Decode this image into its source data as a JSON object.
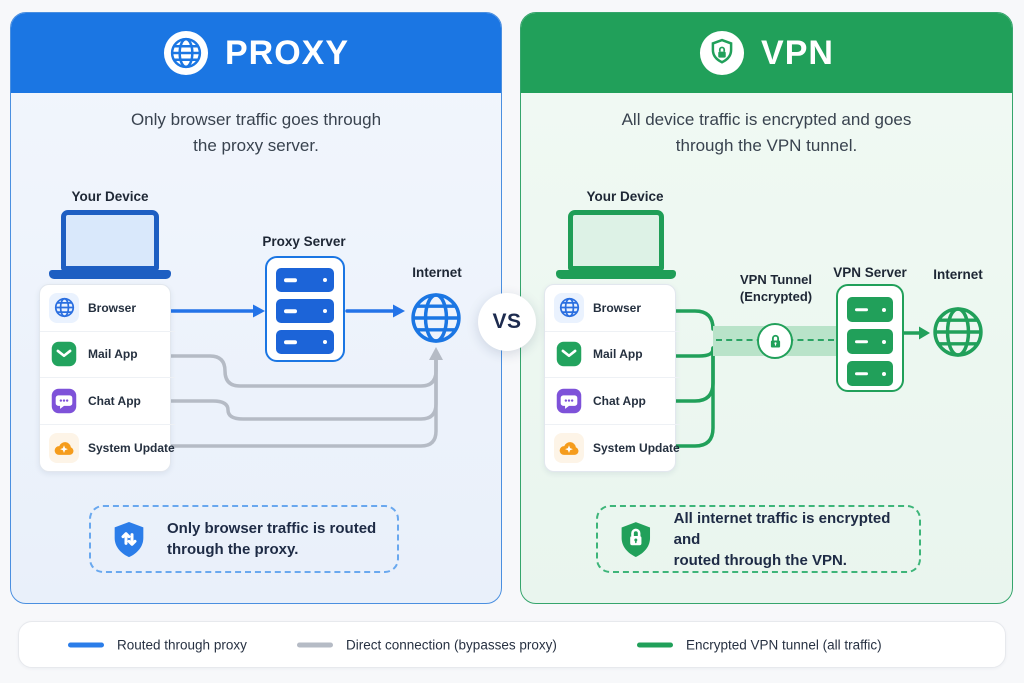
{
  "proxy_panel": {
    "title": "PROXY",
    "subtitle_line1": "Only browser traffic goes through",
    "subtitle_line2": "the proxy server.",
    "device_label": "Your Device",
    "server_label": "Proxy Server",
    "internet_label": "Internet",
    "callout_line1": "Only browser traffic is routed",
    "callout_line2": "through the proxy.",
    "accent_color": "#1b76e3"
  },
  "vpn_panel": {
    "title": "VPN",
    "subtitle_line1": "All device traffic is encrypted and goes",
    "subtitle_line2": "through the VPN tunnel.",
    "device_label": "Your Device",
    "tunnel_label_line1": "VPN Tunnel",
    "tunnel_label_line2": "(Encrypted)",
    "server_label": "VPN Server",
    "internet_label": "Internet",
    "callout_line1": "All internet traffic is encrypted and",
    "callout_line2": "routed through the VPN.",
    "accent_color": "#21a05a"
  },
  "vs_badge": "VS",
  "apps": [
    {
      "label": "Browser",
      "icon": "globe-icon",
      "icon_color": "#2b6fe0"
    },
    {
      "label": "Mail App",
      "icon": "mail-icon",
      "icon_color": "#22a35e"
    },
    {
      "label": "Chat App",
      "icon": "chat-icon",
      "icon_color": "#7e52d9"
    },
    {
      "label": "System Update",
      "icon": "cloud-update-icon",
      "icon_color": "#f59c1c"
    }
  ],
  "legend": {
    "items": [
      {
        "label": "Routed through proxy",
        "color": "#2b7de9"
      },
      {
        "label": "Direct connection (bypasses proxy)",
        "color": "#b5bbc5"
      },
      {
        "label": "Encrypted VPN tunnel (all traffic)",
        "color": "#21a05a"
      }
    ]
  }
}
